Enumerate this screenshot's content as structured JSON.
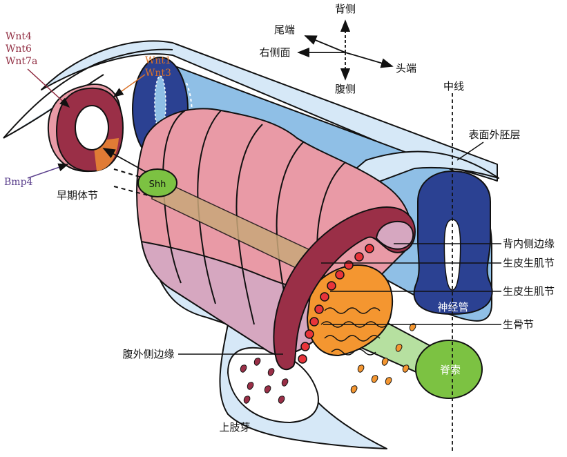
{
  "axes": {
    "dorsal": "背侧",
    "ventral": "腹侧",
    "caudal": "尾端",
    "rostral": "头端",
    "right_side": "右侧面",
    "midline": "中线"
  },
  "early_somite": {
    "label": "早期体节",
    "wnt_group": [
      "Wnt4",
      "Wnt6",
      "Wnt7a"
    ],
    "wnt_dorsal": [
      "Wnt1",
      "Wnt3"
    ],
    "bmp": "Bmp4",
    "shh": "Shh"
  },
  "structures": {
    "surface_ectoderm": "表面外胚层",
    "dorsomedial_lip": "背内侧边缘",
    "dermomyotome_1": "生皮生肌节",
    "dermomyotome_2": "生皮生肌节",
    "sclerotome": "生骨节",
    "ventrolateral_lip": "腹外侧边缘",
    "neural_tube": "神经管",
    "notochord": "脊索",
    "limb_bud": "上肢芽"
  },
  "colors": {
    "pink": "#e99aa6",
    "pale_pink": "#d6a7c0",
    "maroon": "#9a2f47",
    "navy": "#2b4192",
    "light_blue": "#8fbfe6",
    "pale_blue": "#d6e8f7",
    "orange": "#f49630",
    "red_cells": "#e8343a",
    "green": "#7cc242",
    "light_green": "#b6e0a0",
    "tan": "#c9a77a"
  }
}
